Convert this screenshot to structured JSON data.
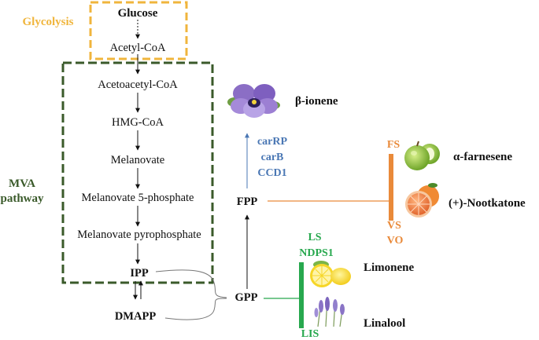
{
  "boxes": {
    "glycolysis": "Glycolysis",
    "mva": [
      "MVA",
      "pathway"
    ]
  },
  "metabolites": {
    "glucose": "Glucose",
    "acetyl_coa": "Acetyl-CoA",
    "acetoacetyl_coa": "Acetoacetyl-CoA",
    "hmg_coa": "HMG-CoA",
    "melanovate": "Melanovate",
    "melanovate_5p": "Melanovate 5-phosphate",
    "melanovate_pp": "Melanovate pyrophosphate",
    "ipp": "IPP",
    "dmapp": "DMAPP",
    "gpp": "GPP",
    "fpp": "FPP"
  },
  "enzymes": {
    "carrp": "carRP",
    "carb": "carB",
    "ccd1": "CCD1",
    "fs": "FS",
    "vs": "VS",
    "vo": "VO",
    "ls": "LS",
    "ndps1": "NDPS1",
    "lis": "LIS"
  },
  "products": {
    "ionene": "β-ionene",
    "farnesene": "α-farnesene",
    "nootkatone": "(+)-Nootkatone",
    "limonene": "Limonene",
    "linalool": "Linalool"
  },
  "colors": {
    "glycolysis": "#f0b53c",
    "mva": "#3a5a2a",
    "orange": "#e98a3a",
    "green": "#27a84e",
    "blue": "#4a77b4"
  },
  "icons": [
    "violet-flower-icon",
    "green-apple-icon",
    "grapefruit-icon",
    "lemon-icon",
    "lavender-icon"
  ]
}
